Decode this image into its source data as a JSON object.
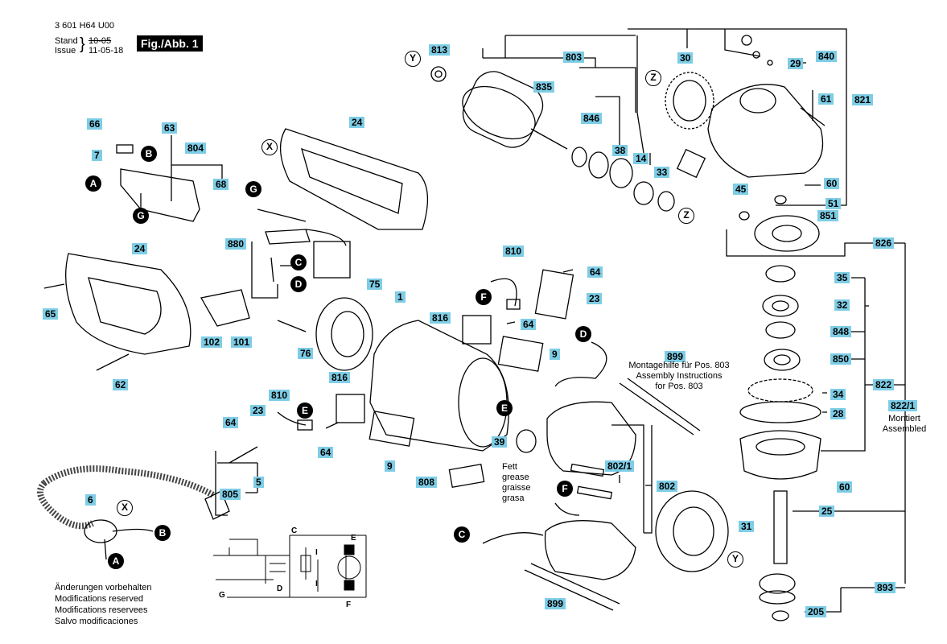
{
  "header": {
    "doc_number": "3 601 H64 U00",
    "stand_label": "Stand",
    "stand_old": "10-05",
    "issue_label": "Issue",
    "issue_date": "11-05-18",
    "figure_label": "Fig./Abb. 1"
  },
  "notes": [
    "Änderungen vorbehalten",
    "Modifications reserved",
    "Modifications reservees",
    "Salvo modificaciones"
  ],
  "part_labels": [
    "813",
    "803",
    "835",
    "846",
    "38",
    "14",
    "33",
    "30",
    "840",
    "29",
    "61",
    "821",
    "60",
    "51",
    "851",
    "45",
    "826",
    "35",
    "32",
    "848",
    "850",
    "822",
    "34",
    "28",
    "822/1",
    "60",
    "25",
    "893",
    "205",
    "31",
    "802",
    "802/1",
    "899",
    "899",
    "808",
    "9",
    "9",
    "39",
    "810",
    "64",
    "23",
    "816",
    "64",
    "75",
    "1",
    "76",
    "24",
    "24",
    "66",
    "63",
    "804",
    "7",
    "68",
    "880",
    "65",
    "102",
    "101",
    "62",
    "816",
    "810",
    "23",
    "64",
    "64",
    "5",
    "805",
    "6"
  ],
  "annotations": {
    "assembly_de": "Montagehilfe für Pos. 803",
    "assembly_en": "Assembly Instructions",
    "assembly_for": "for Pos. 803",
    "grease_1": "Fett",
    "grease_2": "grease",
    "grease_3": "graisse",
    "grease_4": "grasa",
    "mounted_1": "Montiert",
    "mounted_2": "Assembled"
  },
  "circle_markers": [
    "A",
    "B",
    "C",
    "D",
    "E",
    "F",
    "G",
    "X",
    "Y",
    "Z"
  ],
  "wiring_labels": [
    "C",
    "D",
    "E",
    "F",
    "G",
    "I",
    "I"
  ],
  "colors": {
    "label_bg": "#7ecde6",
    "ink": "#000000"
  }
}
